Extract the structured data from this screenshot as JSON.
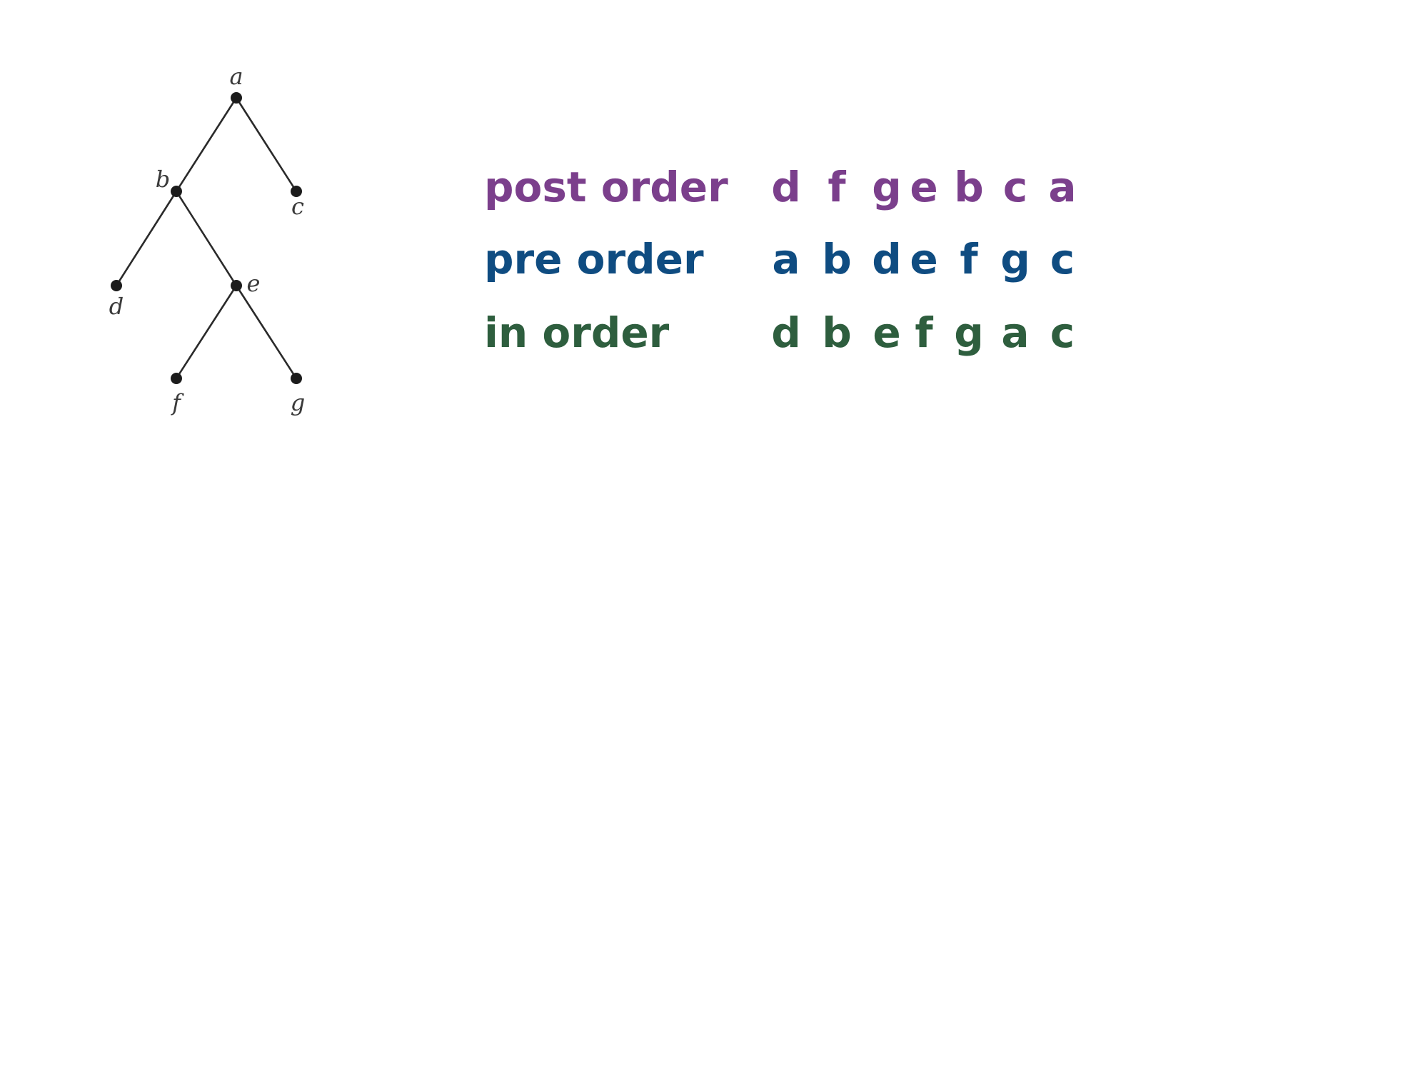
{
  "tree": {
    "nodes": [
      {
        "id": "a",
        "label": "a"
      },
      {
        "id": "b",
        "label": "b"
      },
      {
        "id": "c",
        "label": "c"
      },
      {
        "id": "d",
        "label": "d"
      },
      {
        "id": "e",
        "label": "e"
      },
      {
        "id": "f",
        "label": "f"
      },
      {
        "id": "g",
        "label": "g"
      }
    ],
    "edges": [
      [
        "a",
        "b"
      ],
      [
        "a",
        "c"
      ],
      [
        "b",
        "d"
      ],
      [
        "b",
        "e"
      ],
      [
        "e",
        "f"
      ],
      [
        "e",
        "g"
      ]
    ]
  },
  "traversals": [
    {
      "label": "post order",
      "sequence": [
        "d",
        "f",
        "g",
        "e",
        "b",
        "c",
        "a"
      ],
      "color": "#7b3f8c"
    },
    {
      "label": "pre order",
      "sequence": [
        "a",
        "b",
        "d",
        "e",
        "f",
        "g",
        "c"
      ],
      "color": "#0f4c81"
    },
    {
      "label": "in order",
      "sequence": [
        "d",
        "b",
        "e",
        "f",
        "g",
        "a",
        "c"
      ],
      "color": "#2e5e3e"
    }
  ]
}
